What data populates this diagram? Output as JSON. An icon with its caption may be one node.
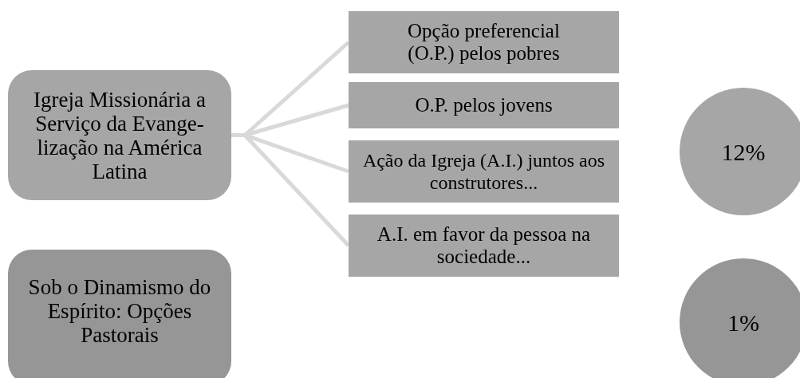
{
  "diagram": {
    "nodes": [
      {
        "text": [
          "Igreja Missionária a Serviço da Evange- lização na América Latina"
        ]
      },
      {
        "text": [
          "Opção preferencial (O.P.) pelos pobres"
        ]
      },
      {
        "text": [
          "O.P. pelos jovens"
        ]
      },
      {
        "text": [
          "Ação da Igreja (A.I.) juntos aos construtores..."
        ]
      },
      {
        "text": [
          "A.I. em favor da pessoa na sociedade..."
        ]
      },
      {
        "text": [
          "12%"
        ]
      },
      {
        "text": [
          "Sob o Dinamismo do Espírito: Opções Pastorais"
        ]
      },
      {
        "text": [
          "1%"
        ]
      }
    ],
    "edges": [
      {
        "from": 0,
        "to": 1,
        "arrow": "none"
      },
      {
        "from": 0,
        "to": 2,
        "arrow": "none"
      },
      {
        "from": 0,
        "to": 3,
        "arrow": "none"
      },
      {
        "from": 0,
        "to": 4,
        "arrow": "none"
      }
    ]
  }
}
